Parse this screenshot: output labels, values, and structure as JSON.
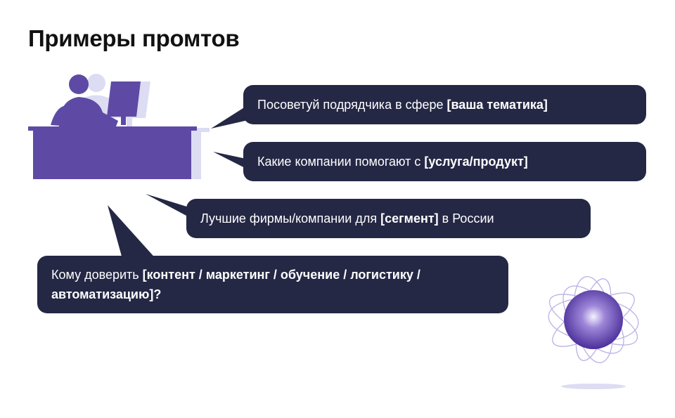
{
  "title": "Примеры промтов",
  "prompts": [
    {
      "before": "Посоветуй подрядчика в сфере ",
      "bold": "[ваша тематика]",
      "after": ""
    },
    {
      "before": "Какие компании помогают с ",
      "bold": "[услуга/продукт]",
      "after": ""
    },
    {
      "before": "Лучшие фирмы/компании для ",
      "bold": "[сегмент]",
      "after": " в России"
    },
    {
      "before": "Кому доверить ",
      "bold": "[контент / маркетинг / обучение / логистику / автоматизацию]?",
      "after": ""
    }
  ],
  "colors": {
    "bubble": "#242845",
    "desk": "#5e4aa4",
    "person": "#5e4aa4",
    "shadow": "#dcdcf3",
    "orb": "#6b4fb8"
  },
  "icons": [
    "office-worker-illustration",
    "glowing-orb-illustration"
  ]
}
